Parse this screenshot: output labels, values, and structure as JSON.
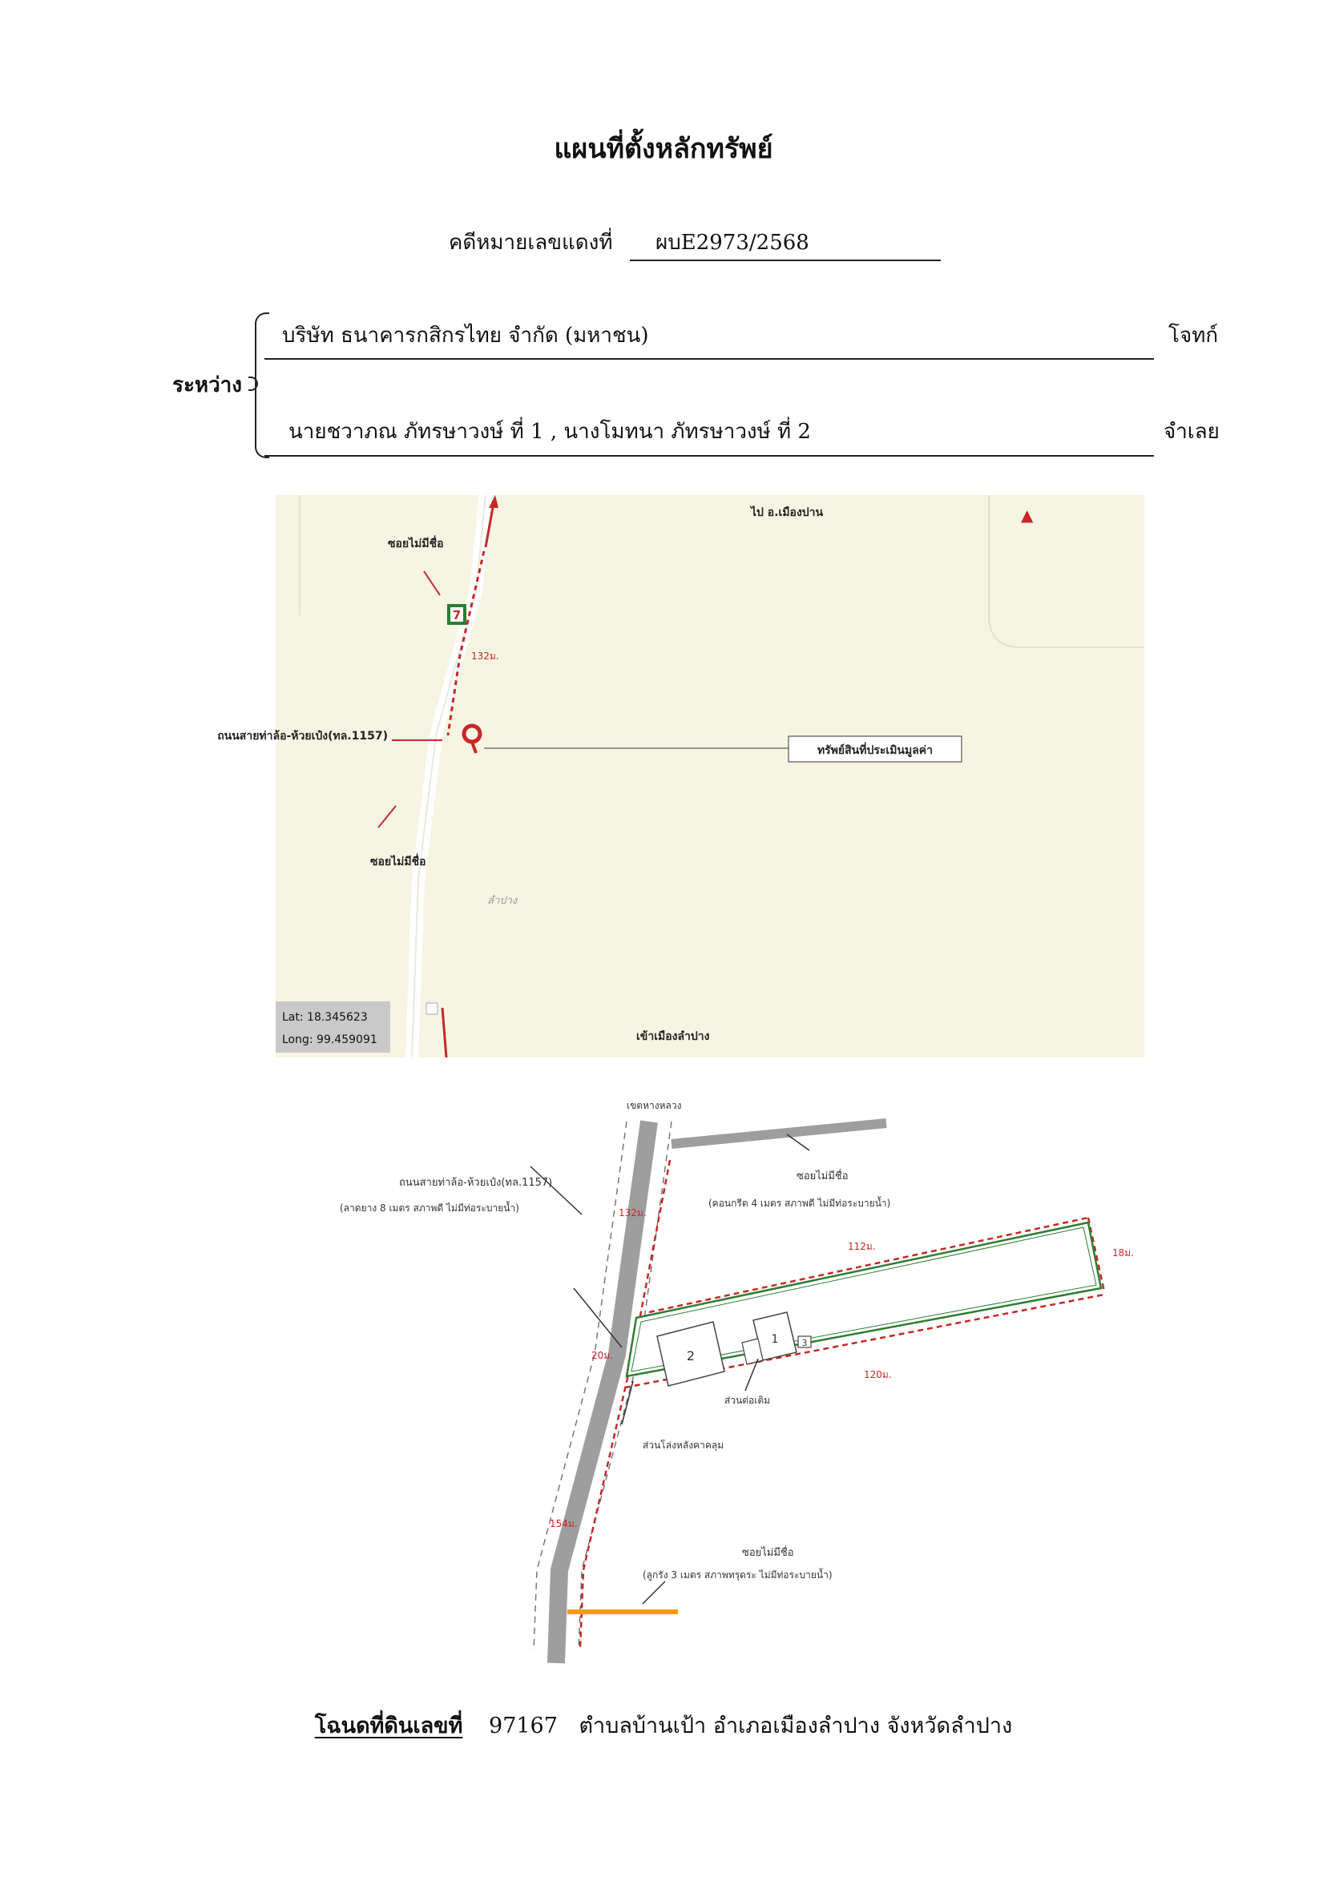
{
  "document": {
    "title": "แผนที่ตั้งหลักทรัพย์",
    "case_label": "คดีหมายเลขแดงที่",
    "case_number": "ผบE2973/2568",
    "between_label": "ระหว่าง",
    "plaintiff": "บริษัท ธนาคารกสิกรไทย จำกัด (มหาชน)",
    "plaintiff_role": "โจทก์",
    "defendants": "นายชวาภณ ภัทรษาวงษ์ ที่ 1 , นางโมทนา ภัทรษาวงษ์ ที่ 2",
    "defendant_role": "จำเลย",
    "deed_label": "โฉนดที่ดินเลขที่",
    "deed_number": "97167",
    "deed_location": "ตำบลบ้านเป้า อำเภอเมืองลำปาง จังหวัดลำปาง"
  },
  "location_map": {
    "to_district": "ไป อ.เมืองปาน",
    "alley_north": "ซอยไม่มีชื่อ",
    "alley_south": "ซอยไม่มีชื่อ",
    "distance": "132ม.",
    "road_name": "ถนนสายท่าล้อ-ห้วยเป๋ง(ทล.1157)",
    "property_label": "ทรัพย์สินที่ประเมินมูลค่า",
    "place_name": "ลำปาง",
    "to_city": "เข้าเมืองลำปาง",
    "lat": "Lat: 18.345623",
    "long": "Long: 99.459091",
    "north_arrow": "▲",
    "store_icon": "7",
    "colors": {
      "background": "#f6f5e4",
      "road": "#ffffff",
      "route": "#c62828",
      "pin": "#c62828"
    }
  },
  "site_plan": {
    "district_label": "เขตหางหลวง",
    "road_name": "ถนนสายท่าล้อ-ห้วยเป๋ง(ทล.1157)",
    "road_desc": "(ลาดยาง 8 เมตร สภาพดี ไม่มีท่อระบายน้ำ)",
    "alley_top_name": "ซอยไม่มีชื่อ",
    "alley_top_desc": "(คอนกรีต 4 เมตร สภาพดี ไม่มีท่อระบายน้ำ)",
    "dist_132": "132ม.",
    "dist_112": "112ม.",
    "dist_18": "18ม.",
    "dist_20": "20ม.",
    "dist_120": "120ม.",
    "dist_154": "154ม.",
    "building_1": "1",
    "building_2": "2",
    "building_3": "3",
    "extension_label": "ส่วนต่อเติม",
    "shed_label": "ส่วนโล่งหลังคาคลุม",
    "alley_bottom_name": "ซอยไม่มีชื่อ",
    "alley_bottom_desc": "(ลูกรัง 3 เมตร สภาพทรุดระ ไม่มีท่อระบายน้ำ)",
    "colors": {
      "road": "#9e9e9e",
      "measure": "#c62828",
      "boundary": "#2e7d32",
      "alley_end": "#f39c12"
    }
  }
}
